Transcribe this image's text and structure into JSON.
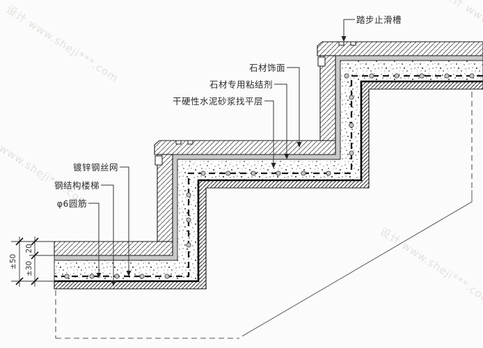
{
  "labels": {
    "anti_slip": "踏步止滑槽",
    "stone_finish": "石材饰面",
    "stone_adhesive": "石材专用粘结剂",
    "mortar_leveling": "干硬性水泥砂浆找平层",
    "galvanized_mesh": "镀锌钢丝网",
    "steel_stair": "钢结构楼梯",
    "round_bar": "φ6圆筋"
  },
  "dimensions": {
    "total_thickness": "±50",
    "stone_thickness": "20",
    "bed_thickness": "±30"
  },
  "watermark": "设计 www.sheji***.com",
  "colors": {
    "adhesive_gray": "#c9c9c9",
    "line": "#1a1a1a",
    "background": "#fbfbfb"
  }
}
